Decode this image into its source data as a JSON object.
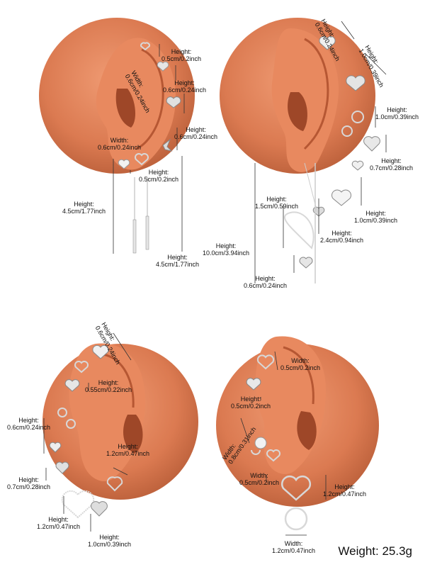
{
  "panels": {
    "top_left": {
      "labels": {
        "h1": "Height:",
        "h1v": "0.5cm/0.2inch",
        "w1": "Width:",
        "w1v": "0.6cm/0.24inch",
        "h2": "Height:",
        "h2v": "0.6cm/0.24inch",
        "h3": "Height:",
        "h3v": "0.6cm/0.24inch",
        "w2": "Width:",
        "w2v": "0.6cm/0.24inch",
        "h4": "Height:",
        "h4v": "0.5cm/0.2inch",
        "h5": "Height:",
        "h5v": "4.5cm/1.77inch",
        "h6": "Height:",
        "h6v": "4.5cm/1.77inch"
      }
    },
    "top_right": {
      "labels": {
        "a1": "Height:",
        "a1v": "0.6cm/0.24inch",
        "a2": "Height:",
        "a2v": "1.0cm/0.39inch",
        "a3": "Height:",
        "a3v": "1.0cm/0.39inch",
        "a4": "Height:",
        "a4v": "0.7cm/0.28inch",
        "a5": "Height:",
        "a5v": "1.5cm/0.59inch",
        "a6": "Height:",
        "a6v": "1.0cm/0.39inch",
        "a7": "Height:",
        "a7v": "10.0cm/3.94inch",
        "a8": "Height:",
        "a8v": "2.4cm/0.94inch",
        "a9": "Height:",
        "a9v": "0.6cm/0.24inch"
      }
    },
    "bottom_left": {
      "labels": {
        "b1": "Height:",
        "b1v": "0.6cm/0.24inch",
        "b2": "Height:",
        "b2v": "0.55cm/0.22inch",
        "b3": "Height:",
        "b3v": "0.6cm/0.24inch",
        "b4": "Height:",
        "b4v": "1.2cm/0.47inch",
        "b5": "Height:",
        "b5v": "0.7cm/0.28inch",
        "b6": "Height:",
        "b6v": "1.2cm/0.47inch",
        "b7": "Height:",
        "b7v": "1.0cm/0.39inch"
      }
    },
    "bottom_right": {
      "labels": {
        "c1": "Width:",
        "c1v": "0.5cm/0.2inch",
        "c2": "Height:",
        "c2v": "0.5cm/0.2inch",
        "c3": "Width:",
        "c3v": "0.8cm/0.31inch",
        "c4": "Width:",
        "c4v": "0.5cm/0.2inch",
        "c5": "Height:",
        "c5v": "1.2cm/0.47inch",
        "c6": "Width:",
        "c6v": "1.2cm/0.47inch"
      }
    }
  },
  "weight": "Weight: 25.3g",
  "colors": {
    "ear_skin": "#d9764e",
    "ear_shadow": "#b85a36",
    "ear_highlight": "#e99068",
    "metal": "#d8d8d8"
  }
}
